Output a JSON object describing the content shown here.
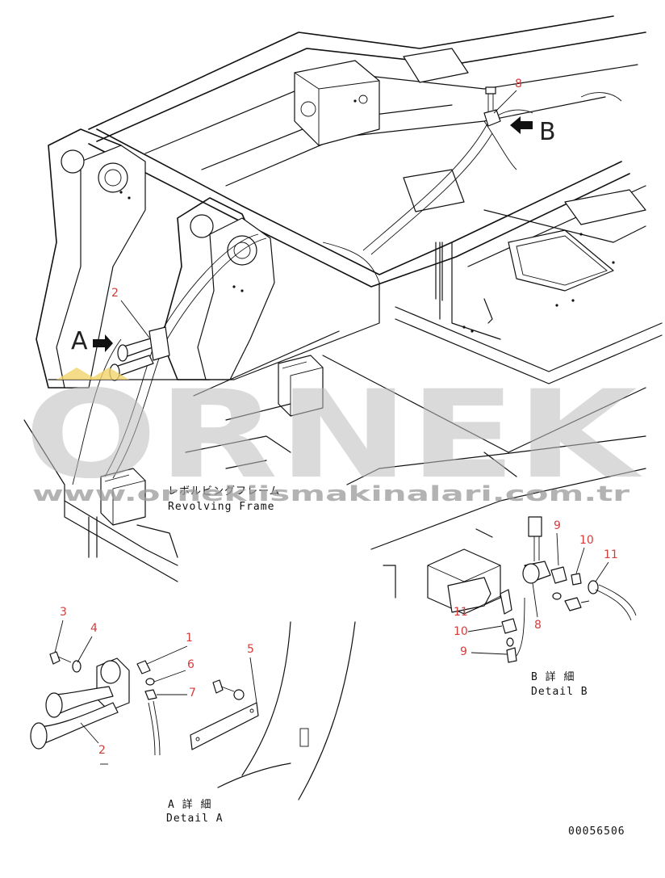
{
  "watermark": {
    "brand": "ORNEK",
    "url": "www.ornekiismakinalari.com.tr"
  },
  "frame_label": {
    "jp": "レボルビングフレーム",
    "en": "Revolving Frame"
  },
  "view_letters": {
    "a": "A",
    "b": "B"
  },
  "callouts": {
    "main_horn": "2",
    "main_valve": "8",
    "a_bolt": "3",
    "a_washer": "4",
    "a_elbow": "1",
    "a_nut6": "6",
    "a_nut7": "7",
    "a_plate": "5",
    "a_horn": "2",
    "b_connector": "9",
    "b_nut10": "10",
    "b_fitting11": "11",
    "b_bracket11": "11",
    "b_nut10b": "10",
    "b_elbow9b": "9",
    "b_valve8": "8"
  },
  "detail_a": {
    "jp": "A 詳 細",
    "en": "Detail A"
  },
  "detail_b": {
    "jp": "B 詳 細",
    "en": "Detail B"
  },
  "drawing_number": "00056506"
}
